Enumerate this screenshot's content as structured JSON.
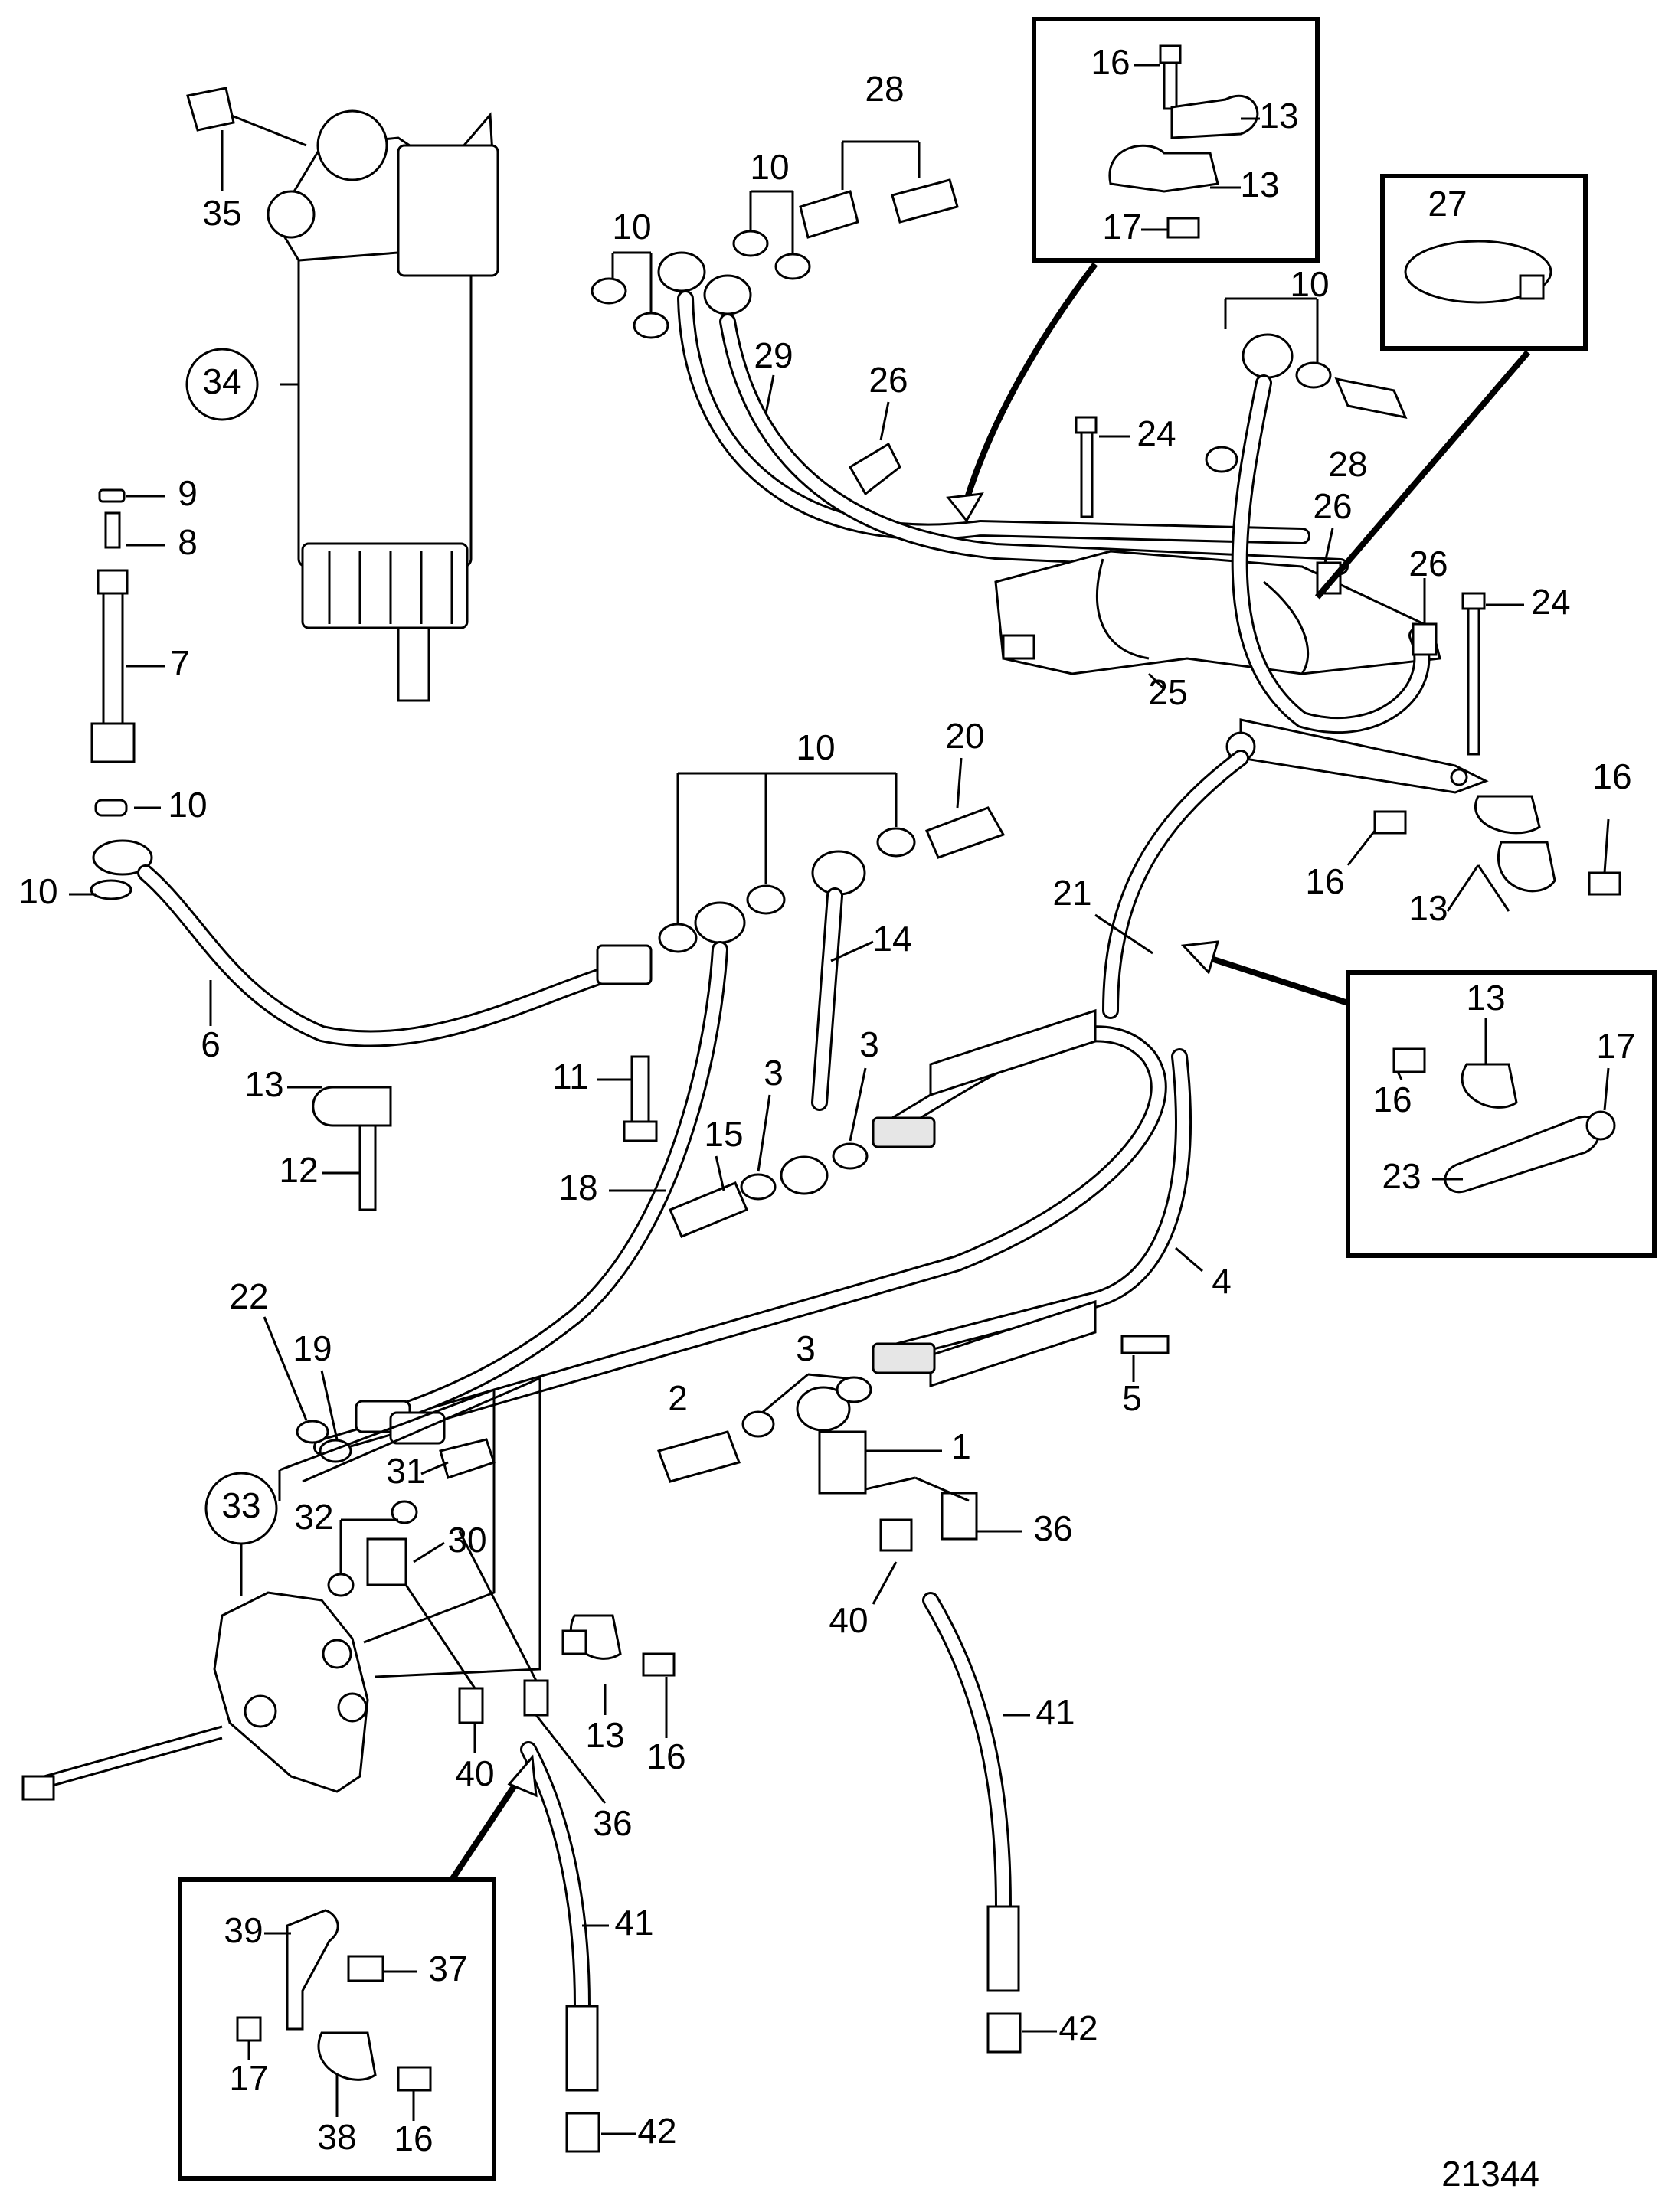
{
  "callouts": {
    "n1": "1",
    "n2": "2",
    "n3a": "3",
    "n3b": "3",
    "n3c": "3",
    "n4": "4",
    "n5": "5",
    "n6": "6",
    "n7": "7",
    "n8": "8",
    "n9": "9",
    "n10a": "10",
    "n10b": "10",
    "n10c": "10",
    "n10d": "10",
    "n10e": "10",
    "n10f": "10",
    "n11": "11",
    "n12": "12",
    "n13a": "13",
    "n13b": "13",
    "n13c": "13",
    "n13d": "13",
    "n13e": "13",
    "n13f": "13",
    "n14": "14",
    "n15": "15",
    "n16a": "16",
    "n16b": "16",
    "n16c": "16",
    "n16d": "16",
    "n16e": "16",
    "n16f": "16",
    "n17a": "17",
    "n17b": "17",
    "n17c": "17",
    "n18": "18",
    "n19": "19",
    "n20": "20",
    "n21": "21",
    "n22": "22",
    "n23": "23",
    "n24a": "24",
    "n24b": "24",
    "n25": "25",
    "n26a": "26",
    "n26b": "26",
    "n26c": "26",
    "n27": "27",
    "n28a": "28",
    "n28b": "28",
    "n29": "29",
    "n30": "30",
    "n31": "31",
    "n32": "32",
    "n33": "33",
    "n34": "34",
    "n35": "35",
    "n36a": "36",
    "n36b": "36",
    "n37": "37",
    "n38": "38",
    "n39": "39",
    "n40a": "40",
    "n40b": "40",
    "n41a": "41",
    "n41b": "41",
    "n42a": "42",
    "n42b": "42"
  },
  "drawing_number": "21344"
}
